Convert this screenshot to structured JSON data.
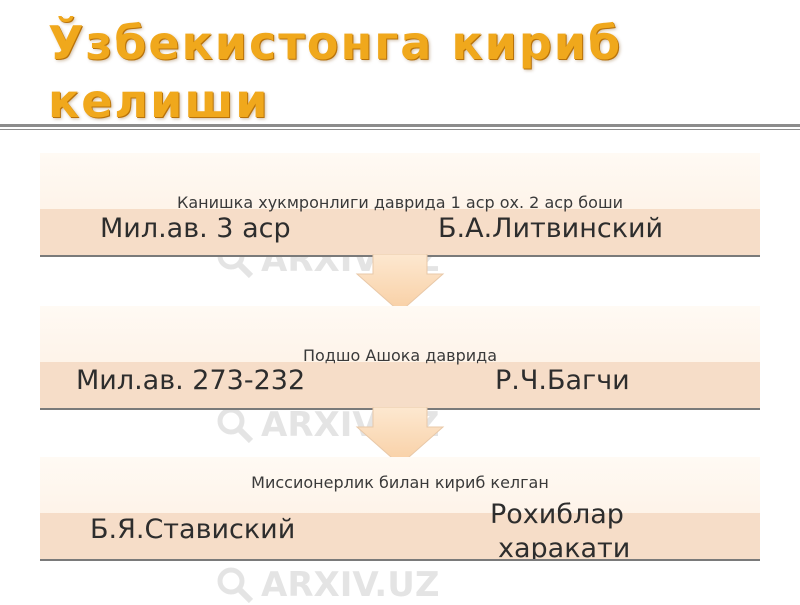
{
  "title": "Ўзбекистонга кириб келиши",
  "bands": [
    {
      "header": "Канишка хукмронлиги даврида 1 аср ох. 2 аср боши",
      "left_text": "Мил.ав. 3 аср",
      "right_text": "Б.А.Литвинский"
    },
    {
      "header": "Подшо Ашока даврида",
      "left_text": "Мил.ав. 273-232",
      "right_text": "Р.Ч.Багчи"
    },
    {
      "header": "Миссионерлик билан кириб келган",
      "left_text": "Б.Я.Ставиский",
      "right_line1": "Рохиблар",
      "right_line2": "харакати"
    }
  ],
  "watermark_text": "ARXIV.UZ",
  "colors": {
    "title": "#f0a81c",
    "band_light": "#fffaf4",
    "band_stripe": "#f6ddc8",
    "arrow": "#fbd9b4"
  }
}
